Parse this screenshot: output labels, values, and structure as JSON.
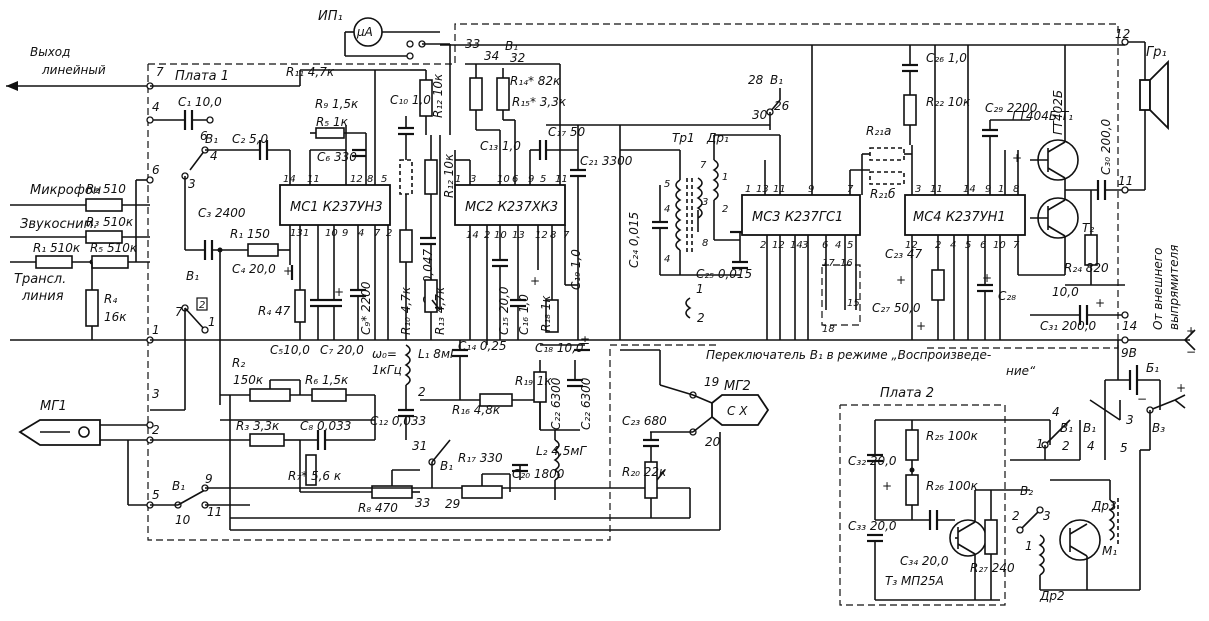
{
  "ext": {
    "out1": "Выход",
    "out2": "линейный",
    "mic": "Микрофон",
    "snd": "Звукосним.",
    "trans1": "Трансл.",
    "trans2": "линия",
    "ext_rect1": "От внешнего",
    "ext_rect2": "выпрямителя",
    "mode": "Переключатель В₁ в режиме „Воспроизведе-",
    "mode2": "ние“"
  },
  "boards": {
    "b1": "Плата 1",
    "b2": "Плата 2"
  },
  "chips": {
    "mc1": "МС1 К237УН3",
    "mc2": "МС2 К237ХК3",
    "mc3": "МС3 К237ГС1",
    "mc4": "МС4 К237УН1"
  },
  "heads": {
    "mg1": "МГ1",
    "mg2": "МГ2",
    "mg2_in": "С Х"
  },
  "meter": {
    "ref": "ИП₁",
    "unit": "μA"
  },
  "spk": "Гр₁",
  "batt": {
    "b": "Б₁",
    "v": "9В",
    "plus": "+",
    "minus": "−"
  },
  "labels": {
    "r1": "R₁ 150",
    "r1b": "R₁ 510к",
    "r2": "R₂ 510",
    "r2b": "R₂",
    "r2c": "150к",
    "r3": "R₃ 510к",
    "r3b": "R₃ 3,3к",
    "r4": "R₄",
    "r4b": "16к",
    "r4c": "R₄ 47",
    "r5": "R₅ 510к",
    "r5b": "R₅ 1к",
    "r6": "R₆ 1,5к",
    "r7": "R₇* 5,6 к",
    "r8": "R₈ 470",
    "r9": "R₉ 1,5к",
    "r10": "R₁₀ 4,7к",
    "r11": "R₁₁ 4,7к",
    "r12": "R₁₂ 10к",
    "r13": "R₁₃ 4,7к",
    "r14": "R₁₄* 82к",
    "r15": "R₁₅* 3,3к",
    "r16": "R₁₆ 4,8к",
    "r17": "R₁₇ 330",
    "r18": "R₁₈ 1к",
    "r19": "R₁₉ 1к",
    "r20": "R₂₀ 22к",
    "r21a": "R₂₁а",
    "r21b": "R₂₁б",
    "r22": "R₂₂ 10к",
    "r24": "R₂₄ 820",
    "r25": "R₂₅ 100к",
    "r26": "R₂₆ 100к",
    "r27": "R₂₇ 240",
    "c1": "C₁ 10,0",
    "c2": "C₂ 5,0",
    "c3": "C₃ 2400",
    "c4": "C₄ 20,0",
    "c5": "C₅10,0",
    "c6": "C₆ 330",
    "c7": "C₇ 20,0",
    "c8": "C₈ 0,033",
    "c9": "C₉* 2200",
    "c10": "C₁₀ 1,0",
    "c11": "C₁₁ 0,047",
    "c12": "C₁₂ 0,033",
    "c13": "C₁₃ 1,0",
    "c14": "C₁₄ 0,25",
    "c15": "C₁₅ 20,0",
    "c16": "C₁₆ 1,0",
    "c17": "C₁₇ 50",
    "c18": "C₁₈ 10,0",
    "c19": "C₁₉ 1,0",
    "c20": "C₂₀ 1800",
    "c21": "C₂₁ 3300",
    "c22": "C₂₂ 6300",
    "c23": "C₂₃ 680",
    "c23b": "C₂₃ 47",
    "c24": "C₂₄ 0,015",
    "c25": "C₂₅ 0,015",
    "c26": "C₂₆ 1,0",
    "c27": "C₂₇ 50,0",
    "c28": "C₂₈",
    "c29": "C₂₉ 2200",
    "c30": "C₃₀ 200,0",
    "c30b": "10,0",
    "c31": "C₃₁ 200,0",
    "c32": "C₃₂ 20,0",
    "c33": "C₃₃ 20,0",
    "c34": "C₃₄ 20,0",
    "l1": "L₁ 8мГ",
    "l2": "L₂ 4,5мГ",
    "w0": "ω₀=",
    "w0b": "1кГц",
    "tr1": "Тр1",
    "dr1": "Др₁",
    "dr2": "Др2",
    "dr3": "Др3",
    "t1": "ГТ404Б Т₁",
    "t2": "ГТ402Б",
    "t2b": "Т₂",
    "t3": "Т₃ МП25А",
    "m1": "М₁",
    "b1": "В₁",
    "b2": "В₂",
    "b3": "В₃"
  }
}
